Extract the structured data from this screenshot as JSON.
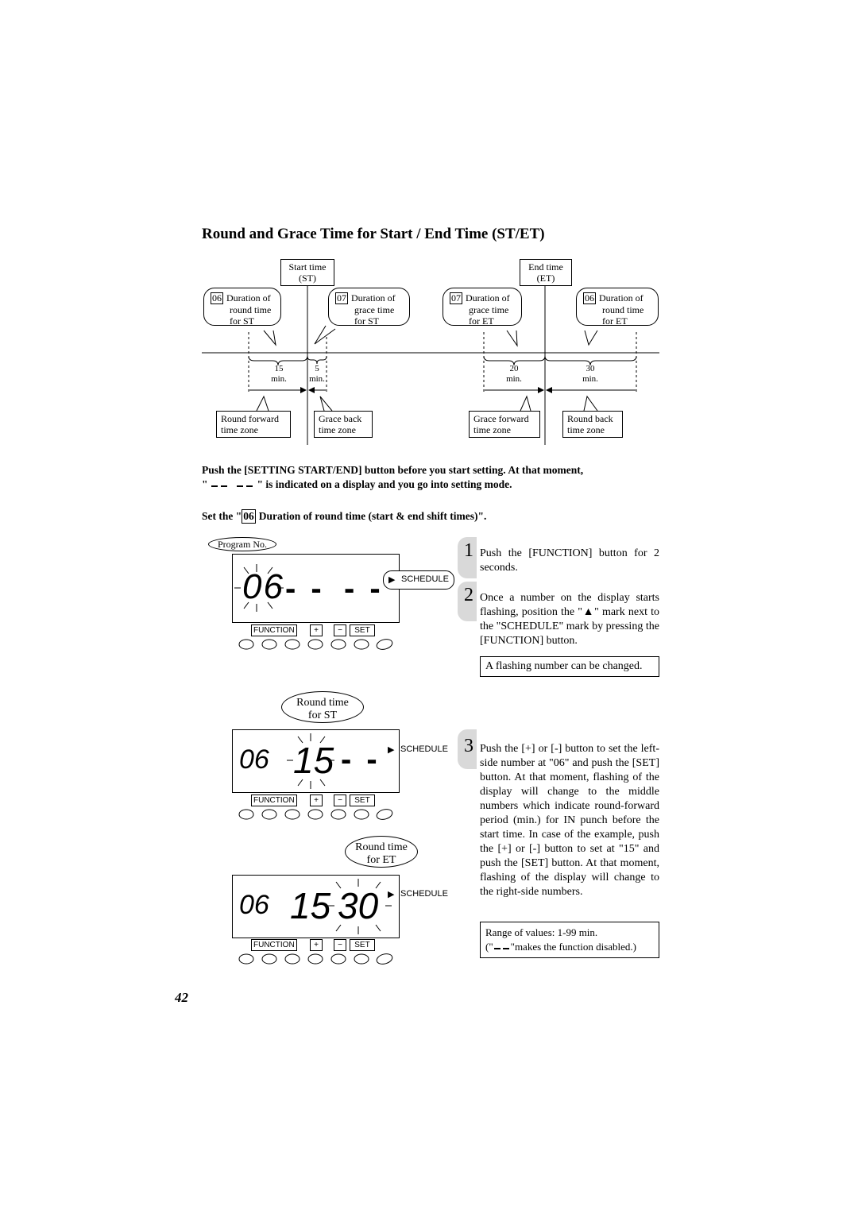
{
  "title": "Round and Grace Time for Start / End Time (ST/ET)",
  "diagram": {
    "start_time_label": [
      "Start time",
      "(ST)"
    ],
    "end_time_label": [
      "End time",
      "(ET)"
    ],
    "bubbles": [
      {
        "num": "06",
        "lines": [
          "Duration of",
          "round time",
          "for ST"
        ]
      },
      {
        "num": "07",
        "lines": [
          "Duration of",
          "grace time",
          "for ST"
        ]
      },
      {
        "num": "07",
        "lines": [
          "Duration of",
          "grace time",
          "for ET"
        ]
      },
      {
        "num": "06",
        "lines": [
          "Duration of",
          "round time",
          "for ET"
        ]
      }
    ],
    "intervals": [
      {
        "value": "15",
        "unit": "min."
      },
      {
        "value": "5",
        "unit": "min."
      },
      {
        "value": "20",
        "unit": "min."
      },
      {
        "value": "30",
        "unit": "min."
      }
    ],
    "zones": [
      [
        "Round forward",
        "time zone"
      ],
      [
        "Grace back",
        "time zone"
      ],
      [
        "Grace forward",
        "time zone"
      ],
      [
        "Round back",
        "time zone"
      ]
    ]
  },
  "instructions": {
    "line1": "Push the [SETTING START/END] button before you start setting.  At that moment,",
    "line2_pre": "\"",
    "line2_post": "\" is indicated on a display and you go into setting mode.",
    "set_pre": "Set the \"",
    "set_num": "06",
    "set_post": "Duration of round time (start & end shift times)\"."
  },
  "displays": {
    "program_no": "Program No.",
    "schedule": "SCHEDULE",
    "function": "FUNCTION",
    "plus": "+",
    "minus": "−",
    "set": "SET",
    "d1": {
      "left": "06",
      "mid": "- -",
      "right": "- -"
    },
    "d2": {
      "left": "06",
      "mid": "15",
      "right": "- -"
    },
    "d3": {
      "left": "06",
      "mid": "15",
      "right": "30"
    },
    "round_st": [
      "Round time",
      "for ST"
    ],
    "round_et": [
      "Round time",
      "for ET"
    ]
  },
  "steps": {
    "s1_num": "1",
    "s1_text": "Push the [FUNCTION] button for 2 seconds.",
    "s2_num": "2",
    "s2_text": "Once a number on the display starts flashing, position the \"▲\" mark next to the \"SCHEDULE\" mark by pressing the [FUNCTION] button.",
    "note1": "A flashing number can be changed.",
    "s3_num": "3",
    "s3_text": "Push the [+] or [-] button to set the left-side number at \"06\" and push the [SET] button. At that moment, flashing of the display will change to the middle numbers which indicate round-forward period (min.) for IN punch before the start time.  In case of the example, push the [+] or [-] button to set at \"15\" and push the [SET] button.  At that moment, flashing of the display will change to the right-side numbers.",
    "note2_line1": "Range of values: 1-99 min.",
    "note2_pre": "(\"",
    "note2_post": "\"makes the function disabled.)"
  },
  "page_number": "42"
}
